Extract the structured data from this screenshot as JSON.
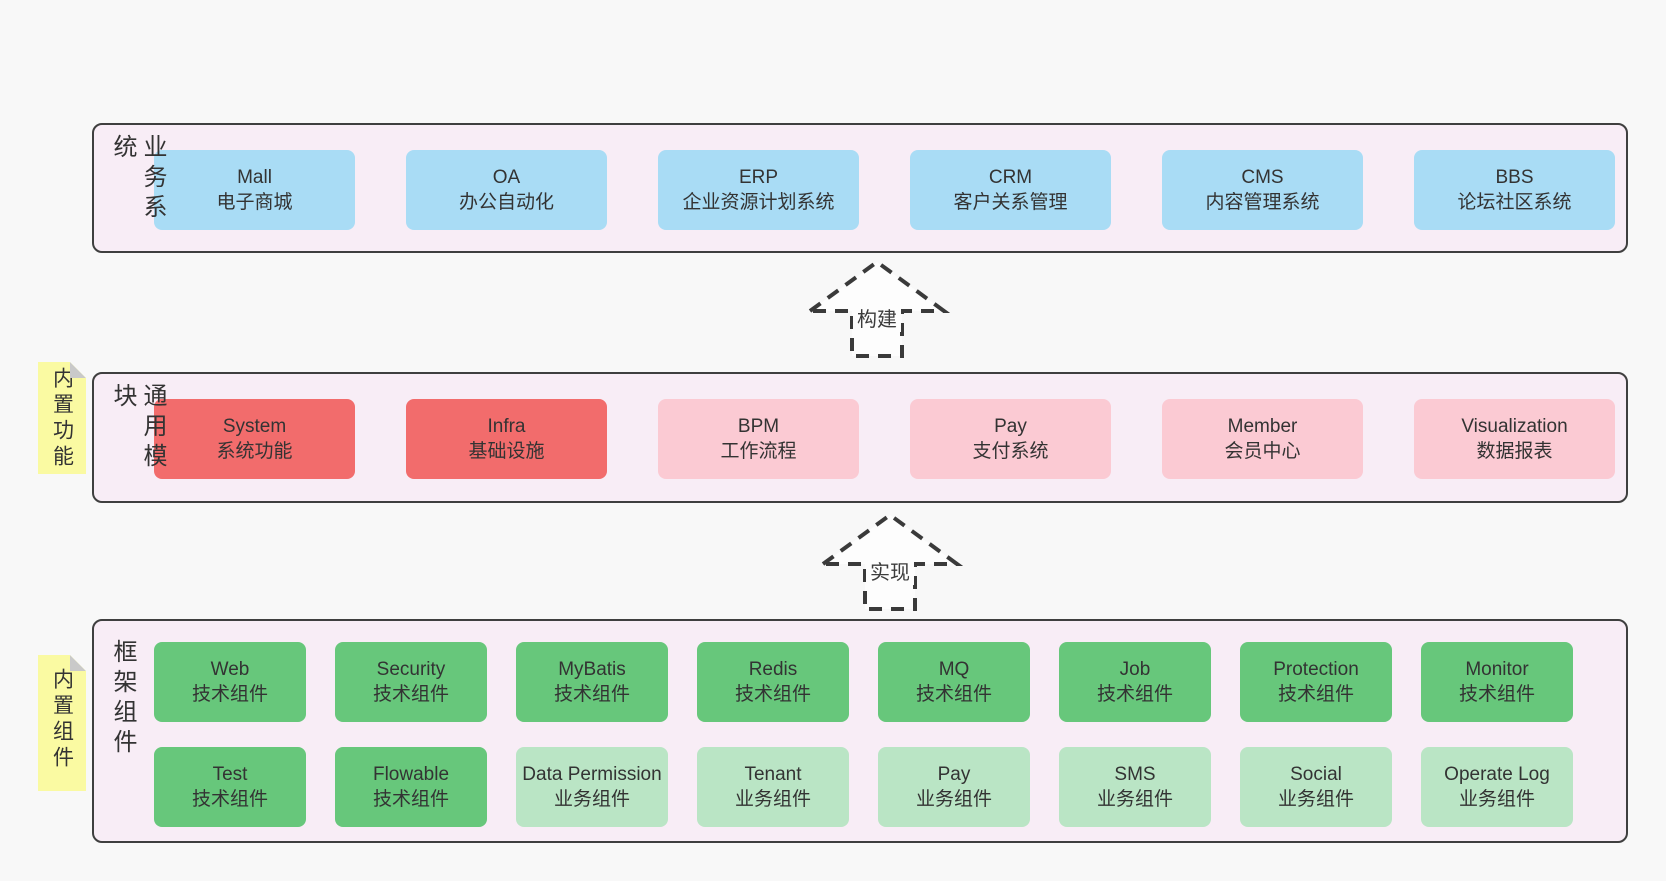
{
  "colors": {
    "page-bg": "#f8f8f8",
    "container-bg": "#f8edf6",
    "container-border": "#3f3f3f",
    "box-blue": "#a9dcf5",
    "box-red": "#f26c6c",
    "box-pink": "#fbcad3",
    "box-green": "#67c77b",
    "box-lightgreen": "#bae5c5",
    "sticky": "#fafaa2",
    "sticky-fold": "#c9c9c9",
    "text": "#333333",
    "arrow-stroke": "#3a3a3a",
    "arrow-fill": "#fdfdfd"
  },
  "layers": [
    {
      "id": "business",
      "label": "业务系统",
      "boxes": [
        {
          "name": "Mall",
          "sub": "电子商城",
          "variant": "blue"
        },
        {
          "name": "OA",
          "sub": "办公自动化",
          "variant": "blue"
        },
        {
          "name": "ERP",
          "sub": "企业资源计划系统",
          "variant": "blue"
        },
        {
          "name": "CRM",
          "sub": "客户关系管理",
          "variant": "blue"
        },
        {
          "name": "CMS",
          "sub": "内容管理系统",
          "variant": "blue"
        },
        {
          "name": "BBS",
          "sub": "论坛社区系统",
          "variant": "blue"
        }
      ]
    },
    {
      "id": "modules",
      "label": "通用模块",
      "sticky": "内置功能",
      "boxes": [
        {
          "name": "System",
          "sub": "系统功能",
          "variant": "red"
        },
        {
          "name": "Infra",
          "sub": "基础设施",
          "variant": "red"
        },
        {
          "name": "BPM",
          "sub": "工作流程",
          "variant": "pink"
        },
        {
          "name": "Pay",
          "sub": "支付系统",
          "variant": "pink"
        },
        {
          "name": "Member",
          "sub": "会员中心",
          "variant": "pink"
        },
        {
          "name": "Visualization",
          "sub": "数据报表",
          "variant": "pink"
        }
      ]
    },
    {
      "id": "components",
      "label": "框架组件",
      "sticky": "内置组件",
      "rows": [
        [
          {
            "name": "Web",
            "sub": "技术组件",
            "variant": "green"
          },
          {
            "name": "Security",
            "sub": "技术组件",
            "variant": "green"
          },
          {
            "name": "MyBatis",
            "sub": "技术组件",
            "variant": "green"
          },
          {
            "name": "Redis",
            "sub": "技术组件",
            "variant": "green"
          },
          {
            "name": "MQ",
            "sub": "技术组件",
            "variant": "green"
          },
          {
            "name": "Job",
            "sub": "技术组件",
            "variant": "green"
          },
          {
            "name": "Protection",
            "sub": "技术组件",
            "variant": "green"
          },
          {
            "name": "Monitor",
            "sub": "技术组件",
            "variant": "green"
          }
        ],
        [
          {
            "name": "Test",
            "sub": "技术组件",
            "variant": "green"
          },
          {
            "name": "Flowable",
            "sub": "技术组件",
            "variant": "green"
          },
          {
            "name": "Data Permission",
            "sub": "业务组件",
            "variant": "lightgreen"
          },
          {
            "name": "Tenant",
            "sub": "业务组件",
            "variant": "lightgreen"
          },
          {
            "name": "Pay",
            "sub": "业务组件",
            "variant": "lightgreen"
          },
          {
            "name": "SMS",
            "sub": "业务组件",
            "variant": "lightgreen"
          },
          {
            "name": "Social",
            "sub": "业务组件",
            "variant": "lightgreen"
          },
          {
            "name": "Operate Log",
            "sub": "业务组件",
            "variant": "lightgreen"
          }
        ]
      ]
    }
  ],
  "arrows": [
    {
      "label": "构建"
    },
    {
      "label": "实现"
    }
  ]
}
